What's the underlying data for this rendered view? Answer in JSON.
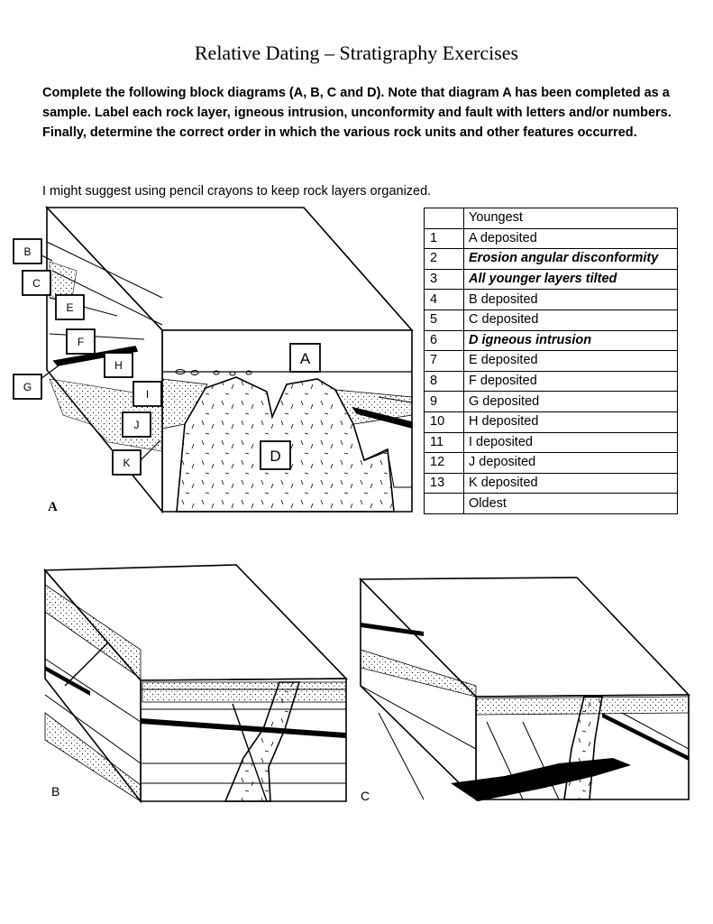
{
  "page": {
    "title": "Relative Dating – Stratigraphy Exercises",
    "instructions": "Complete the following block diagrams (A, B, C and D).  Note that diagram A has been completed as a sample. Label each rock layer, igneous intrusion, unconformity and fault with letters and/or numbers.  Finally, determine the correct order in which the various rock units and other features occurred.",
    "suggestion": "I might suggest using pencil crayons to keep rock layers organized."
  },
  "order_table": {
    "header": "Youngest",
    "footer": "Oldest",
    "rows": [
      {
        "num": "1",
        "event": "A deposited",
        "emphasis": false
      },
      {
        "num": "2",
        "event": "Erosion angular disconformity",
        "emphasis": true
      },
      {
        "num": "3",
        "event": "All younger layers tilted",
        "emphasis": true
      },
      {
        "num": "4",
        "event": "B deposited",
        "emphasis": false
      },
      {
        "num": "5",
        "event": "C deposited",
        "emphasis": false
      },
      {
        "num": "6",
        "event": "D igneous intrusion",
        "emphasis": true
      },
      {
        "num": "7",
        "event": "E deposited",
        "emphasis": false
      },
      {
        "num": "8",
        "event": "F deposited",
        "emphasis": false
      },
      {
        "num": "9",
        "event": "G deposited",
        "emphasis": false
      },
      {
        "num": "10",
        "event": "H deposited",
        "emphasis": false
      },
      {
        "num": "11",
        "event": "I deposited",
        "emphasis": false
      },
      {
        "num": "12",
        "event": "J deposited",
        "emphasis": false
      },
      {
        "num": "13",
        "event": "K deposited",
        "emphasis": false
      }
    ]
  },
  "diagram_a": {
    "figure_label": "A",
    "layer_labels": [
      "B",
      "C",
      "E",
      "F",
      "G",
      "H",
      "I",
      "J",
      "K"
    ],
    "surface_label": "A",
    "intrusion_label": "D"
  },
  "diagram_b": {
    "figure_label": "B"
  },
  "diagram_c": {
    "figure_label": "C"
  }
}
